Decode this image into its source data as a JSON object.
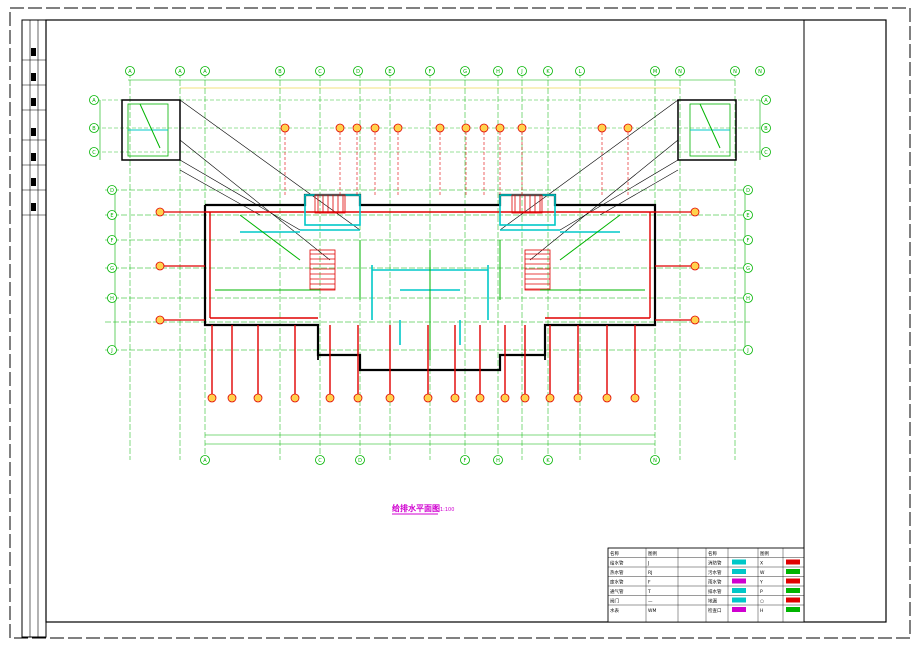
{
  "drawing": {
    "title": "给排水平面图",
    "scale": "1:100"
  },
  "grid": {
    "top_labels": [
      "A",
      "A",
      "A",
      "B",
      "C",
      "D",
      "E",
      "F",
      "G",
      "H",
      "J",
      "K",
      "L",
      "M",
      "N",
      "N",
      "N"
    ],
    "bottom_labels": [
      "A",
      "C",
      "D",
      "F",
      "H",
      "K",
      "N"
    ],
    "left_labels": [
      "A",
      "B",
      "C",
      "D",
      "E",
      "F",
      "G",
      "H",
      "J"
    ],
    "right_labels": [
      "A",
      "B",
      "C",
      "D",
      "E",
      "F",
      "G",
      "H",
      "J"
    ]
  },
  "legend": {
    "header": [
      "名称",
      "图例",
      "名称",
      "图例"
    ],
    "rows": [
      [
        "给水管",
        "J",
        "消防管",
        "X"
      ],
      [
        "热水管",
        "RJ",
        "污水管",
        "W"
      ],
      [
        "废水管",
        "F",
        "雨水管",
        "Y"
      ],
      [
        "通气管",
        "T",
        "排水管",
        "P"
      ],
      [
        "阀门",
        "—",
        "地漏",
        "○"
      ],
      [
        "水表",
        "WM",
        "检查口",
        "H"
      ]
    ]
  },
  "colors": {
    "grid_green": "#00b400",
    "wall_red": "#e00000",
    "pipe_magenta": "#d000d0",
    "dim_yellow": "#e6c800",
    "cyan": "#00c8c8",
    "blue": "#0000ff",
    "border": "#000000"
  }
}
